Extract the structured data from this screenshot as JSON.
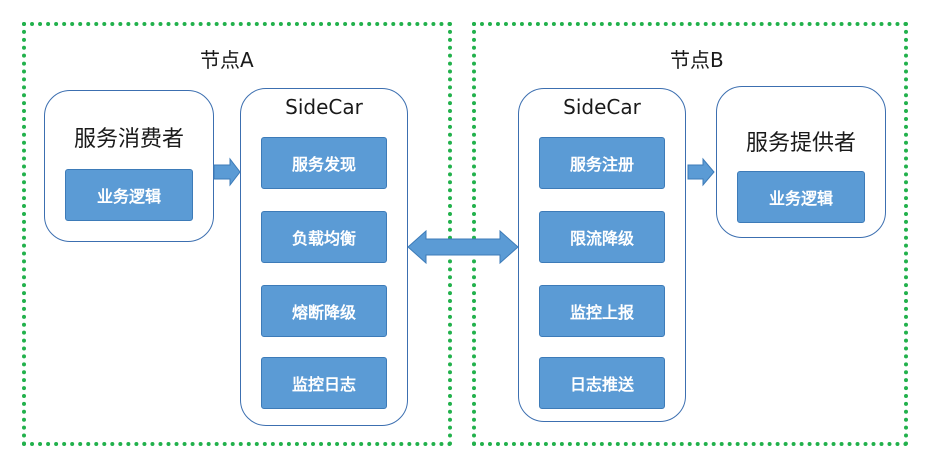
{
  "node_a": {
    "label": "节点A",
    "consumer": {
      "title": "服务消费者",
      "logic": "业务逻辑"
    },
    "sidecar": {
      "title": "SideCar",
      "items": [
        "服务发现",
        "负载均衡",
        "熔断降级",
        "监控日志"
      ]
    }
  },
  "node_b": {
    "label": "节点B",
    "sidecar": {
      "title": "SideCar",
      "items": [
        "服务注册",
        "限流降级",
        "监控上报",
        "日志推送"
      ]
    },
    "provider": {
      "title": "服务提供者",
      "logic": "业务逻辑"
    }
  },
  "colors": {
    "node_border": "#22b14c",
    "card_border": "#3c6fb0",
    "box_fill": "#5b9bd5",
    "arrow_fill": "#5b9bd5"
  }
}
